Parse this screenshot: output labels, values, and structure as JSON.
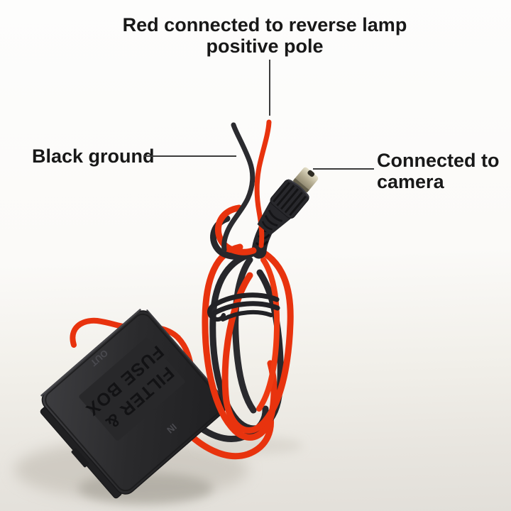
{
  "image_type": "annotated product photo of car camera power filter",
  "annotations": {
    "red_wire_note": {
      "line1": "Red connected to reverse lamp",
      "line2": "positive pole"
    },
    "black_wire_note": {
      "label": "Black ground"
    },
    "camera_note": {
      "line1": "Connected to",
      "line2": "camera"
    }
  },
  "device": {
    "label_line1": "FILTER &",
    "label_line2": "FUSE BOX",
    "marking_out": "OUT",
    "marking_in": "IN"
  },
  "colors": {
    "red_wire": "#e8330e",
    "black_wire": "#27272b",
    "box_body": "#2b2b2d",
    "metal_tip": "#b8b099",
    "annotation_text": "#181818",
    "background_top": "#fdfdfc",
    "background_bottom": "#e2dfd9"
  }
}
